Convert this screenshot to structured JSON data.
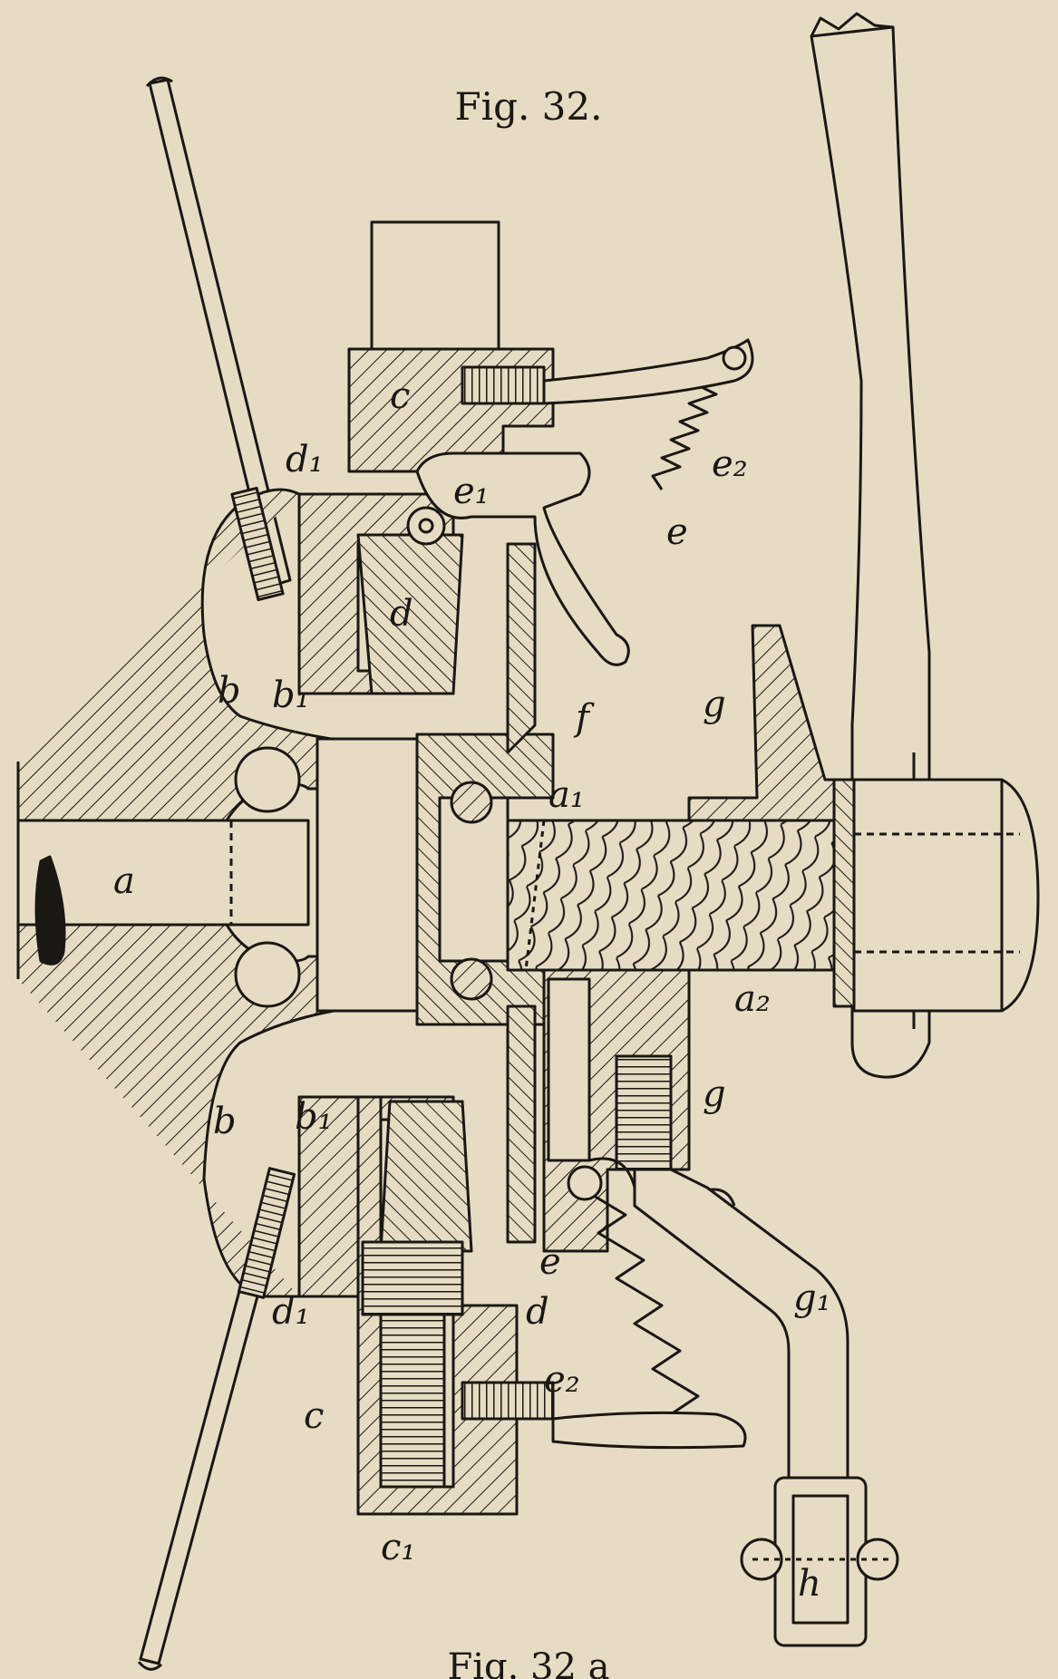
{
  "figure": {
    "caption_top": "Fig. 32.",
    "caption_bottom": "Fig. 32 a"
  },
  "labels": {
    "a": "a",
    "a1": "a₁",
    "a2": "a₂",
    "b_upper": "b",
    "b1_upper": "b₁",
    "b_lower": "b",
    "b1_lower": "b₁",
    "c_upper": "c",
    "c_lower": "c",
    "c1": "c₁",
    "d_upper": "d",
    "d1_upper": "d₁",
    "d_lower": "d",
    "d1_lower": "d₁",
    "e_upper": "e",
    "e1": "e₁",
    "e2_upper": "e₂",
    "e_lower": "e",
    "e2_lower": "e₂",
    "f": "f",
    "g_upper": "g",
    "g_lower": "g",
    "g1": "g₁",
    "h": "h"
  },
  "colors": {
    "paper": "#e6dcc4",
    "ink": "#1b1712"
  }
}
